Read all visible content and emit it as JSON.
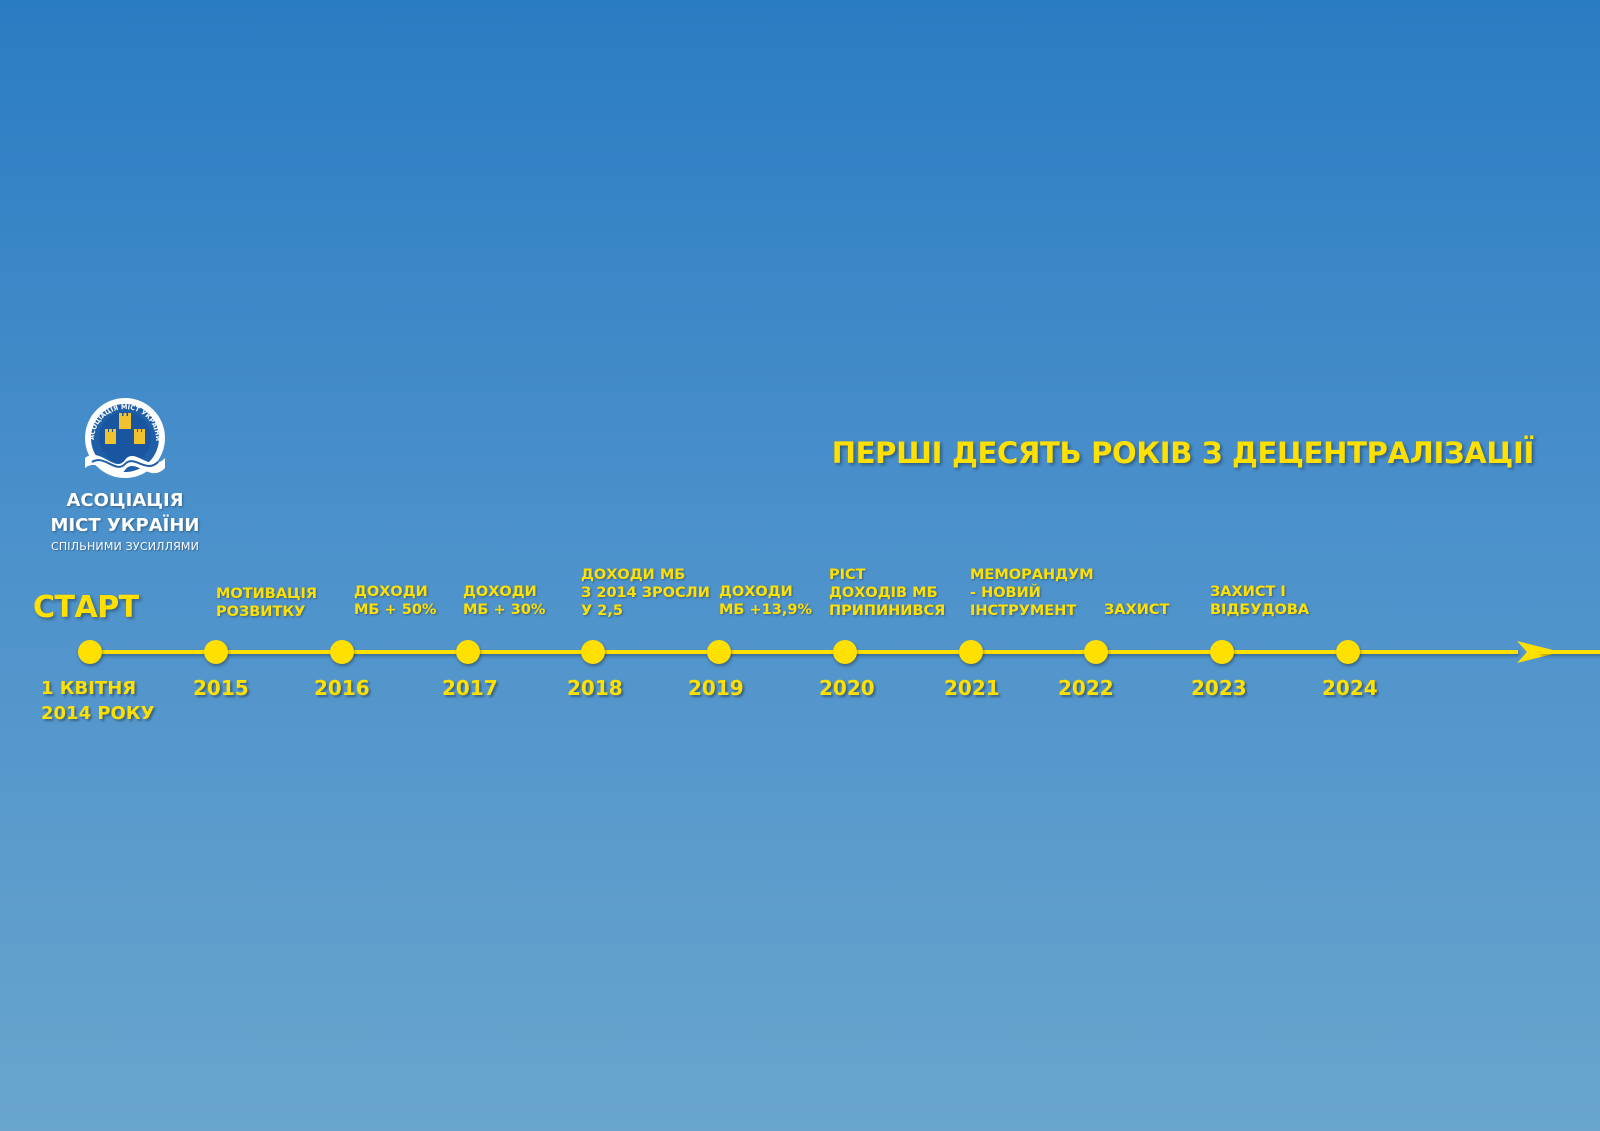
{
  "organization": {
    "name_line1": "АСОЦІАЦІЯ",
    "name_line2": "МІСТ УКРАЇНИ",
    "tagline": "СПІЛЬНИМИ ЗУСИЛЛЯМИ",
    "logo_ring_text": "АСОЦІАЦІЯ МІСТ УКРАЇНИ"
  },
  "title": "ПЕРШІ ДЕСЯТЬ РОКІВ З ДЕЦЕНТРАЛІЗАЦІЇ",
  "start": {
    "label": "СТАРТ",
    "date": "1 КВІТНЯ\n2014 РОКУ"
  },
  "milestones": [
    {
      "year": "2015",
      "event": "МОТИВАЦІЯ\nРОЗВИТКУ"
    },
    {
      "year": "2016",
      "event": "ДОХОДИ\nМБ + 50%"
    },
    {
      "year": "2017",
      "event": "ДОХОДИ\nМБ + 30%"
    },
    {
      "year": "2018",
      "event": "ДОХОДИ МБ\nЗ 2014 ЗРОСЛИ\nУ 2,5"
    },
    {
      "year": "2019",
      "event": "ДОХОДИ\nМБ +13,9%"
    },
    {
      "year": "2020",
      "event": "РІСТ\nДОХОДІВ МБ\nПРИПИНИВСЯ"
    },
    {
      "year": "2021",
      "event": "МЕМОРАНДУМ\n- НОВИЙ\nІНСТРУМЕНТ"
    },
    {
      "year": "2022",
      "event": "ЗАХИСТ"
    },
    {
      "year": "2023",
      "event": "ЗАХИСТ І\nВІДБУДОВА"
    },
    {
      "year": "2024",
      "event": ""
    }
  ],
  "colors": {
    "accent": "#FFE000",
    "background_top": "#2A7CC2",
    "background_bottom": "#69A5CD",
    "logo_blue": "#1F5FA8"
  }
}
